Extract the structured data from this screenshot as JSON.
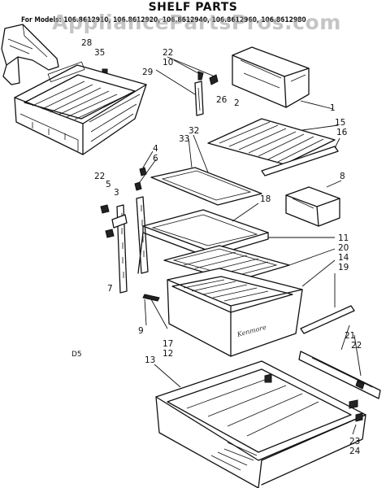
{
  "diagram": {
    "title": "SHELF PARTS",
    "models_line": "For Models: 106.8612910, 106.8612920, 106.8612940, 106.8612960, 106.8612980",
    "watermark": "AppliancePartsPros.com",
    "diagram_code": "D5",
    "colors": {
      "ink": "#111111",
      "watermark": "#969696",
      "background": "#ffffff"
    },
    "callouts": [
      {
        "id": "28",
        "label": "28"
      },
      {
        "id": "35",
        "label": "35"
      },
      {
        "id": "22a",
        "label": "22"
      },
      {
        "id": "10",
        "label": "10"
      },
      {
        "id": "29",
        "label": "29"
      },
      {
        "id": "26",
        "label": "26"
      },
      {
        "id": "2",
        "label": "2"
      },
      {
        "id": "1",
        "label": "1"
      },
      {
        "id": "15",
        "label": "15"
      },
      {
        "id": "16",
        "label": "16"
      },
      {
        "id": "32",
        "label": "32"
      },
      {
        "id": "33",
        "label": "33"
      },
      {
        "id": "4",
        "label": "4"
      },
      {
        "id": "6",
        "label": "6"
      },
      {
        "id": "22b",
        "label": "22"
      },
      {
        "id": "5",
        "label": "5"
      },
      {
        "id": "3",
        "label": "3"
      },
      {
        "id": "8",
        "label": "8"
      },
      {
        "id": "18",
        "label": "18"
      },
      {
        "id": "11",
        "label": "11"
      },
      {
        "id": "20",
        "label": "20"
      },
      {
        "id": "14",
        "label": "14"
      },
      {
        "id": "19",
        "label": "19"
      },
      {
        "id": "7",
        "label": "7"
      },
      {
        "id": "9",
        "label": "9"
      },
      {
        "id": "17",
        "label": "17"
      },
      {
        "id": "12",
        "label": "12"
      },
      {
        "id": "21",
        "label": "21"
      },
      {
        "id": "22c",
        "label": "22"
      },
      {
        "id": "13",
        "label": "13"
      },
      {
        "id": "23",
        "label": "23"
      },
      {
        "id": "24",
        "label": "24"
      }
    ]
  }
}
